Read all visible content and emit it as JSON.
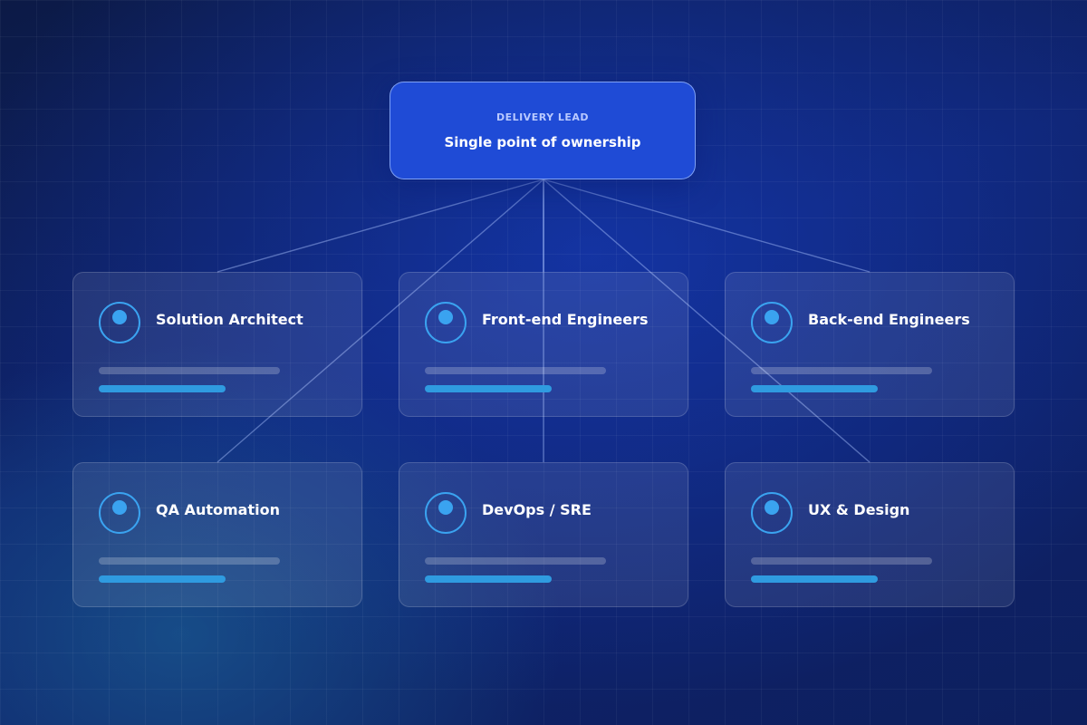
{
  "lead": {
    "kicker": "DELIVERY LEAD",
    "title": "Single point of ownership"
  },
  "roles": [
    {
      "title": "Solution Architect",
      "icon": "person-icon"
    },
    {
      "title": "Front-end Engineers",
      "icon": "person-icon"
    },
    {
      "title": "Back-end Engineers",
      "icon": "person-icon"
    },
    {
      "title": "QA Automation",
      "icon": "person-icon"
    },
    {
      "title": "DevOps / SRE",
      "icon": "person-icon"
    },
    {
      "title": "UX & Design",
      "icon": "person-icon"
    }
  ],
  "colors": {
    "lead_fill": "#1f4bd6",
    "accent": "#3aa3f0",
    "connector": "#8fa8e8"
  }
}
